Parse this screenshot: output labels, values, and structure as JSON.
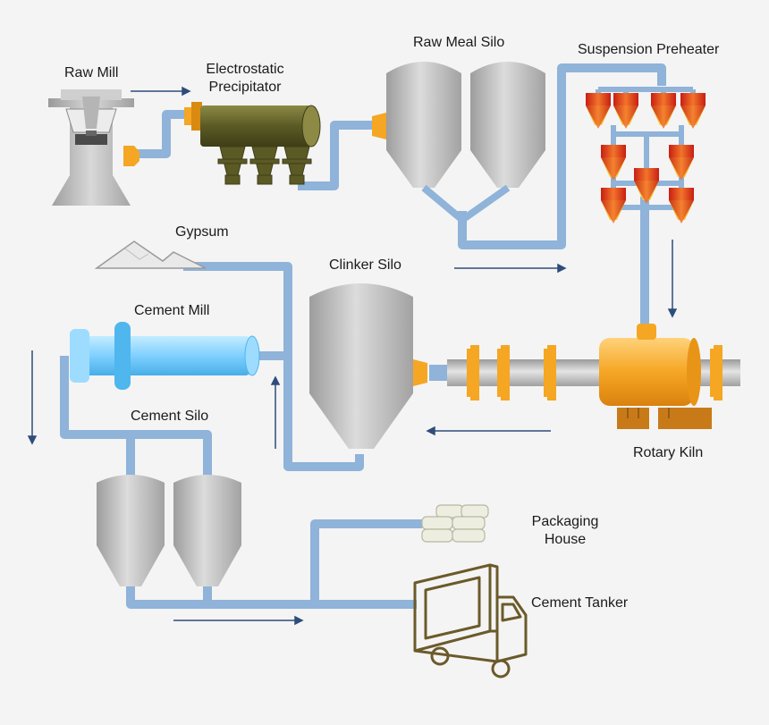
{
  "labels": {
    "raw_mill": "Raw Mill",
    "electrostatic_precipitator_line1": "Electrostatic",
    "electrostatic_precipitator_line2": "Precipitator",
    "raw_meal_silo": "Raw Meal Silo",
    "suspension_preheater": "Suspension Preheater",
    "gypsum": "Gypsum",
    "clinker_silo": "Clinker Silo",
    "cement_mill": "Cement Mill",
    "cement_silo": "Cement Silo",
    "rotary_kiln": "Rotary Kiln",
    "packaging_house_line1": "Packaging",
    "packaging_house_line2": "House",
    "cement_tanker": "Cement Tanker"
  },
  "colors": {
    "pipe": "#8fb3d9",
    "silo": "#b9b9b9",
    "kiln": "#f5a623",
    "preheater": "#e3281c",
    "precipitator": "#6b6a2e",
    "mill": "#7fd0ff",
    "truck": "#6b5a2a",
    "arrow": "#2e4d7a"
  },
  "icons": [
    "right-arrow-icon",
    "down-arrow-icon",
    "up-arrow-icon",
    "left-arrow-icon",
    "truck-icon",
    "cement-bags-icon",
    "gypsum-pile-icon"
  ]
}
